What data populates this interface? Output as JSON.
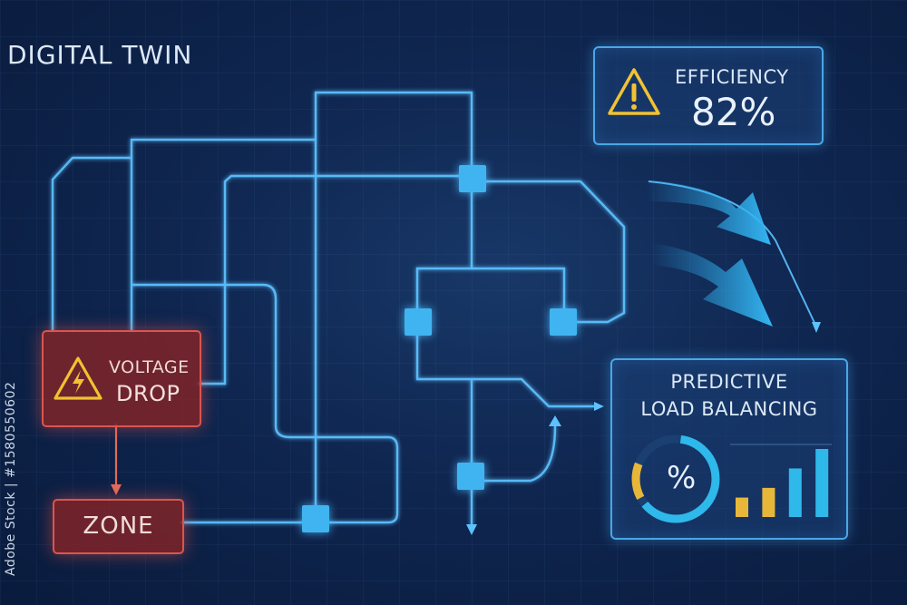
{
  "title": "DIGITAL TWIN",
  "efficiency": {
    "label": "EFFICIENCY",
    "value": "82%",
    "icon": "warning-icon",
    "icon_color": "#f1c232"
  },
  "voltage_drop": {
    "line1": "VOLTAGE",
    "line2": "DROP",
    "icon": "lightning-warning-icon",
    "color": "#d9564e"
  },
  "zone": {
    "label": "ZONE"
  },
  "predictive": {
    "line1": "PREDICTIVE",
    "line2": "LOAD BALANCING",
    "gauge_label": "%",
    "gauge_fraction_blue": 0.62,
    "gauge_fraction_yellow": 0.14,
    "bars": [
      {
        "value": 2,
        "color": "#e7b73a"
      },
      {
        "value": 3,
        "color": "#e7b73a"
      },
      {
        "value": 5,
        "color": "#2fb8ea"
      },
      {
        "value": 7,
        "color": "#2fb8ea"
      }
    ]
  },
  "watermark": "Adobe Stock | #1580550602",
  "colors": {
    "wire": "#5cc2ff",
    "alert": "#d9564e",
    "warning": "#f1c232",
    "accent": "#3fb4f0"
  }
}
